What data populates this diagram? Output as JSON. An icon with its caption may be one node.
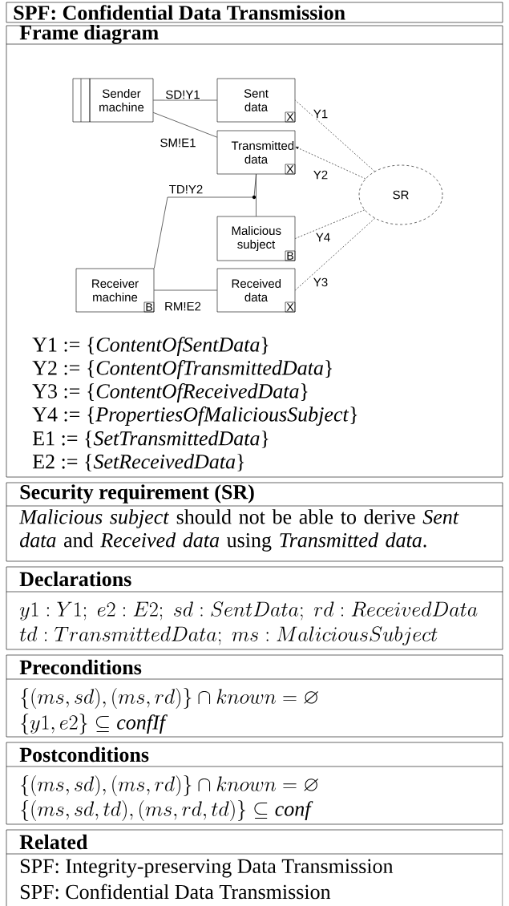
{
  "diagram": {
    "title": "SPF: Confidential Data Transmission",
    "nodes": [
      {
        "text": [
          "Sender machine"
        ]
      },
      {
        "text": [
          "Sent data",
          "X"
        ]
      },
      {
        "text": [
          "Transmitted data",
          "X"
        ]
      },
      {
        "text": [
          "Malicious subject",
          "B"
        ]
      },
      {
        "text": [
          "Receiver machine",
          "B"
        ]
      },
      {
        "text": [
          "Received data",
          "X"
        ]
      },
      {
        "text": [
          "SR"
        ]
      }
    ],
    "edges": [
      {
        "from": 0,
        "to": 1,
        "arrow": "none",
        "label": "SD!Y1"
      },
      {
        "from": 0,
        "to": 2,
        "arrow": "none",
        "label": "SM!E1"
      },
      {
        "from": 2,
        "to": 3,
        "arrow": "none"
      },
      {
        "from": 2,
        "to": 4,
        "arrow": "none",
        "label": "TD!Y2"
      },
      {
        "from": 4,
        "to": 5,
        "arrow": "none",
        "label": "RM!E2"
      },
      {
        "from": 6,
        "to": 1,
        "arrow": "none",
        "label": "Y1",
        "style": "dashed"
      },
      {
        "from": 6,
        "to": 2,
        "arrow": "to",
        "label": "Y2",
        "style": "dashed"
      },
      {
        "from": 6,
        "to": 3,
        "arrow": "none",
        "label": "Y4",
        "style": "dashed"
      },
      {
        "from": 6,
        "to": 5,
        "arrow": "none",
        "label": "Y3",
        "style": "dashed"
      }
    ],
    "labels": [
      "Frame diagram",
      "Y1 := {*ContentOfSentData*}",
      "Y2 := {*ContentOfTransmittedData*}",
      "Y3 := {*ContentOfReceivedData*}",
      "Y4 := {*PropertiesOfMaliciousSubject*}",
      "E1 := {*SetTransmittedData*}",
      "E2 := {*SetReceivedData*}",
      "Security requirement (SR)",
      "*Malicious subject* should not be able to derive *Sent data* and *Received data* using *Transmitted data*.",
      "Declarations",
      "y1 : Y1;\\; e2 : E2;\\; sd : SentData;\\; rd : ReceivedData",
      "td : TransmittedData;\\; ms : MaliciousSubject",
      "Preconditions",
      "\\{(ms, sd), (ms, rd)\\} \\cap known = \\varnothing",
      "\\{y1, e2\\} \\subseteq \\mathit{confIf}",
      "Postconditions",
      "\\{(ms, sd), (ms, rd)\\} \\cap known = \\varnothing",
      "\\{(ms, sd, td), (ms, rd, td)\\} \\subseteq \\mathit{conf}",
      "Related",
      "SPF: Integrity-preserving Data Transmission",
      "SPF: Confidential Data Transmission"
    ]
  }
}
